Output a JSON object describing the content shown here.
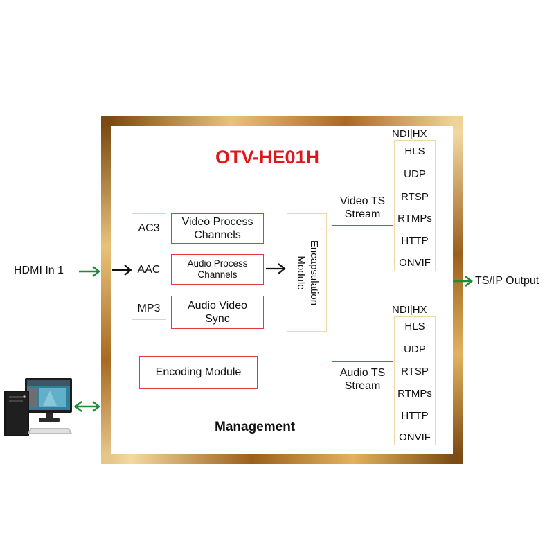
{
  "title": "OTV-HE01H",
  "input_label": "HDMI In 1",
  "output_label": "TS/IP Output",
  "codecs": [
    "AC3",
    "AAC",
    "MP3"
  ],
  "process_boxes": [
    {
      "line1": "Video Process",
      "line2": "Channels"
    },
    {
      "line1": "Audio Process",
      "line2": "Channels"
    },
    {
      "line1": "Audio Video",
      "line2": "Sync"
    }
  ],
  "encapsulation": {
    "line1": "Encapsulation",
    "line2": "Module"
  },
  "encoding_module": "Encoding Module",
  "video_ts": {
    "line1": "Video TS",
    "line2": "Stream"
  },
  "audio_ts": {
    "line1": "Audio TS",
    "line2": "Stream"
  },
  "ndi_label": "NDI|HX",
  "protocols": [
    "HLS",
    "UDP",
    "RTSP",
    "RTMPs",
    "HTTP",
    "ONVIF"
  ],
  "management": "Management",
  "colors": {
    "title": "#e0161b",
    "arrow_green": "#1f8a3a",
    "box_red": "#e03a3a",
    "gold": "#c9973f"
  },
  "icons": [
    "computer-workstation-icon"
  ]
}
